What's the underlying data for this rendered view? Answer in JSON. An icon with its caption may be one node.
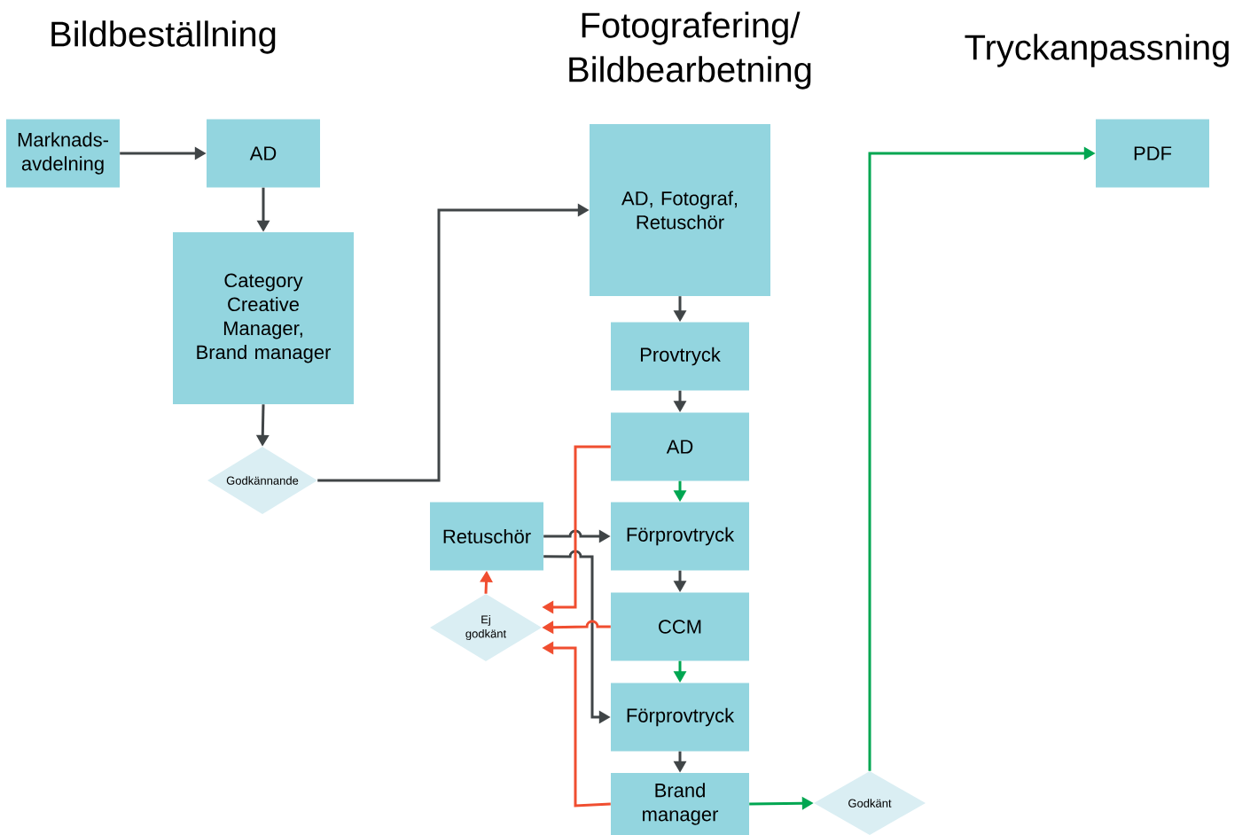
{
  "diagram": {
    "nodes": [
      {
        "text": [
          "Marknads- avdelning"
        ]
      },
      {
        "text": [
          "AD"
        ]
      },
      {
        "text": [
          "Category Creative Manager, Brand manager"
        ]
      },
      {
        "text": [
          "Godkännande"
        ]
      },
      {
        "text": [
          "AD, Fotograf, Retuschör"
        ]
      },
      {
        "text": [
          "Provtryck"
        ]
      },
      {
        "text": [
          "AD"
        ]
      },
      {
        "text": [
          "Retuschör"
        ]
      },
      {
        "text": [
          "Förprovtryck"
        ]
      },
      {
        "text": [
          "Ej godkänt"
        ]
      },
      {
        "text": [
          "CCM"
        ]
      },
      {
        "text": [
          "Förprovtryck"
        ]
      },
      {
        "text": [
          "Brand manager"
        ]
      },
      {
        "text": [
          "Godkänt"
        ]
      },
      {
        "text": [
          "PDF"
        ]
      }
    ],
    "edges": [
      {
        "from": 0,
        "to": 1,
        "arrow": "to"
      },
      {
        "from": 1,
        "to": 2,
        "arrow": "to"
      },
      {
        "from": 2,
        "to": 3,
        "arrow": "to"
      },
      {
        "from": 3,
        "to": 4,
        "arrow": "to"
      },
      {
        "from": 4,
        "to": 5,
        "arrow": "to"
      },
      {
        "from": 5,
        "to": 6,
        "arrow": "to"
      },
      {
        "from": 6,
        "to": 8,
        "arrow": "to",
        "color": "#00a651"
      },
      {
        "from": 7,
        "to": 8,
        "arrow": "to"
      },
      {
        "from": 7,
        "to": 11,
        "arrow": "to"
      },
      {
        "from": 8,
        "to": 10,
        "arrow": "to"
      },
      {
        "from": 10,
        "to": 11,
        "arrow": "to",
        "color": "#00a651"
      },
      {
        "from": 11,
        "to": 12,
        "arrow": "to"
      },
      {
        "from": 12,
        "to": 13,
        "arrow": "to",
        "color": "#00a651"
      },
      {
        "from": 13,
        "to": 14,
        "arrow": "to",
        "color": "#00a651"
      },
      {
        "from": 6,
        "to": 9,
        "arrow": "to",
        "color": "#f04e30"
      },
      {
        "from": 10,
        "to": 9,
        "arrow": "to",
        "color": "#f04e30"
      },
      {
        "from": 12,
        "to": 9,
        "arrow": "to",
        "color": "#f04e30"
      },
      {
        "from": 9,
        "to": 7,
        "arrow": "to",
        "color": "#f04e30"
      }
    ],
    "labels": [
      "Bildbeställning",
      "Fotografering/ Bildbearbetning",
      "Tryckanpassning"
    ]
  }
}
